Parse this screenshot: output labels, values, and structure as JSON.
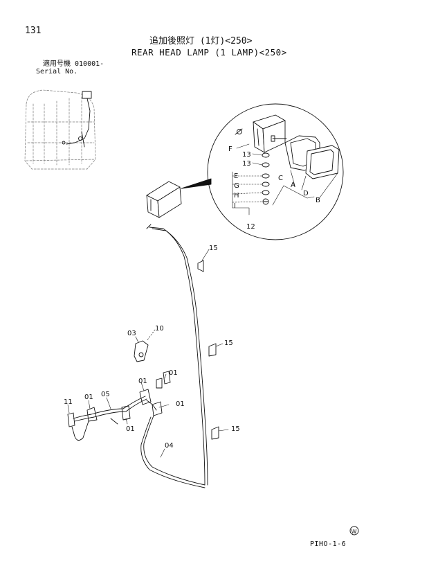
{
  "page": {
    "number": "131",
    "title_jp": "追加後照灯 (1灯)<250>",
    "title_en": "REAR HEAD LAMP (1 LAMP)<250>",
    "serial_label_jp": "適用号機 010001-",
    "serial_label_en": "Serial No.",
    "page_code": "PIHO-1-6"
  },
  "callouts": {
    "F": "F",
    "c13a": "13",
    "c13b": "13",
    "E": "E",
    "G": "G",
    "H": "H",
    "I": "I",
    "C": "C",
    "A": "A",
    "D": "D",
    "B": "B",
    "c12": "12",
    "c15a": "15",
    "c15b": "15",
    "c15c": "15",
    "c10": "10",
    "c03": "03",
    "c01a": "01",
    "c01b": "01",
    "c01c": "01",
    "c01d": "01",
    "c01e": "01",
    "c05": "05",
    "c11": "11",
    "c04": "04"
  },
  "colors": {
    "ink": "#111111",
    "paper": "#ffffff"
  }
}
